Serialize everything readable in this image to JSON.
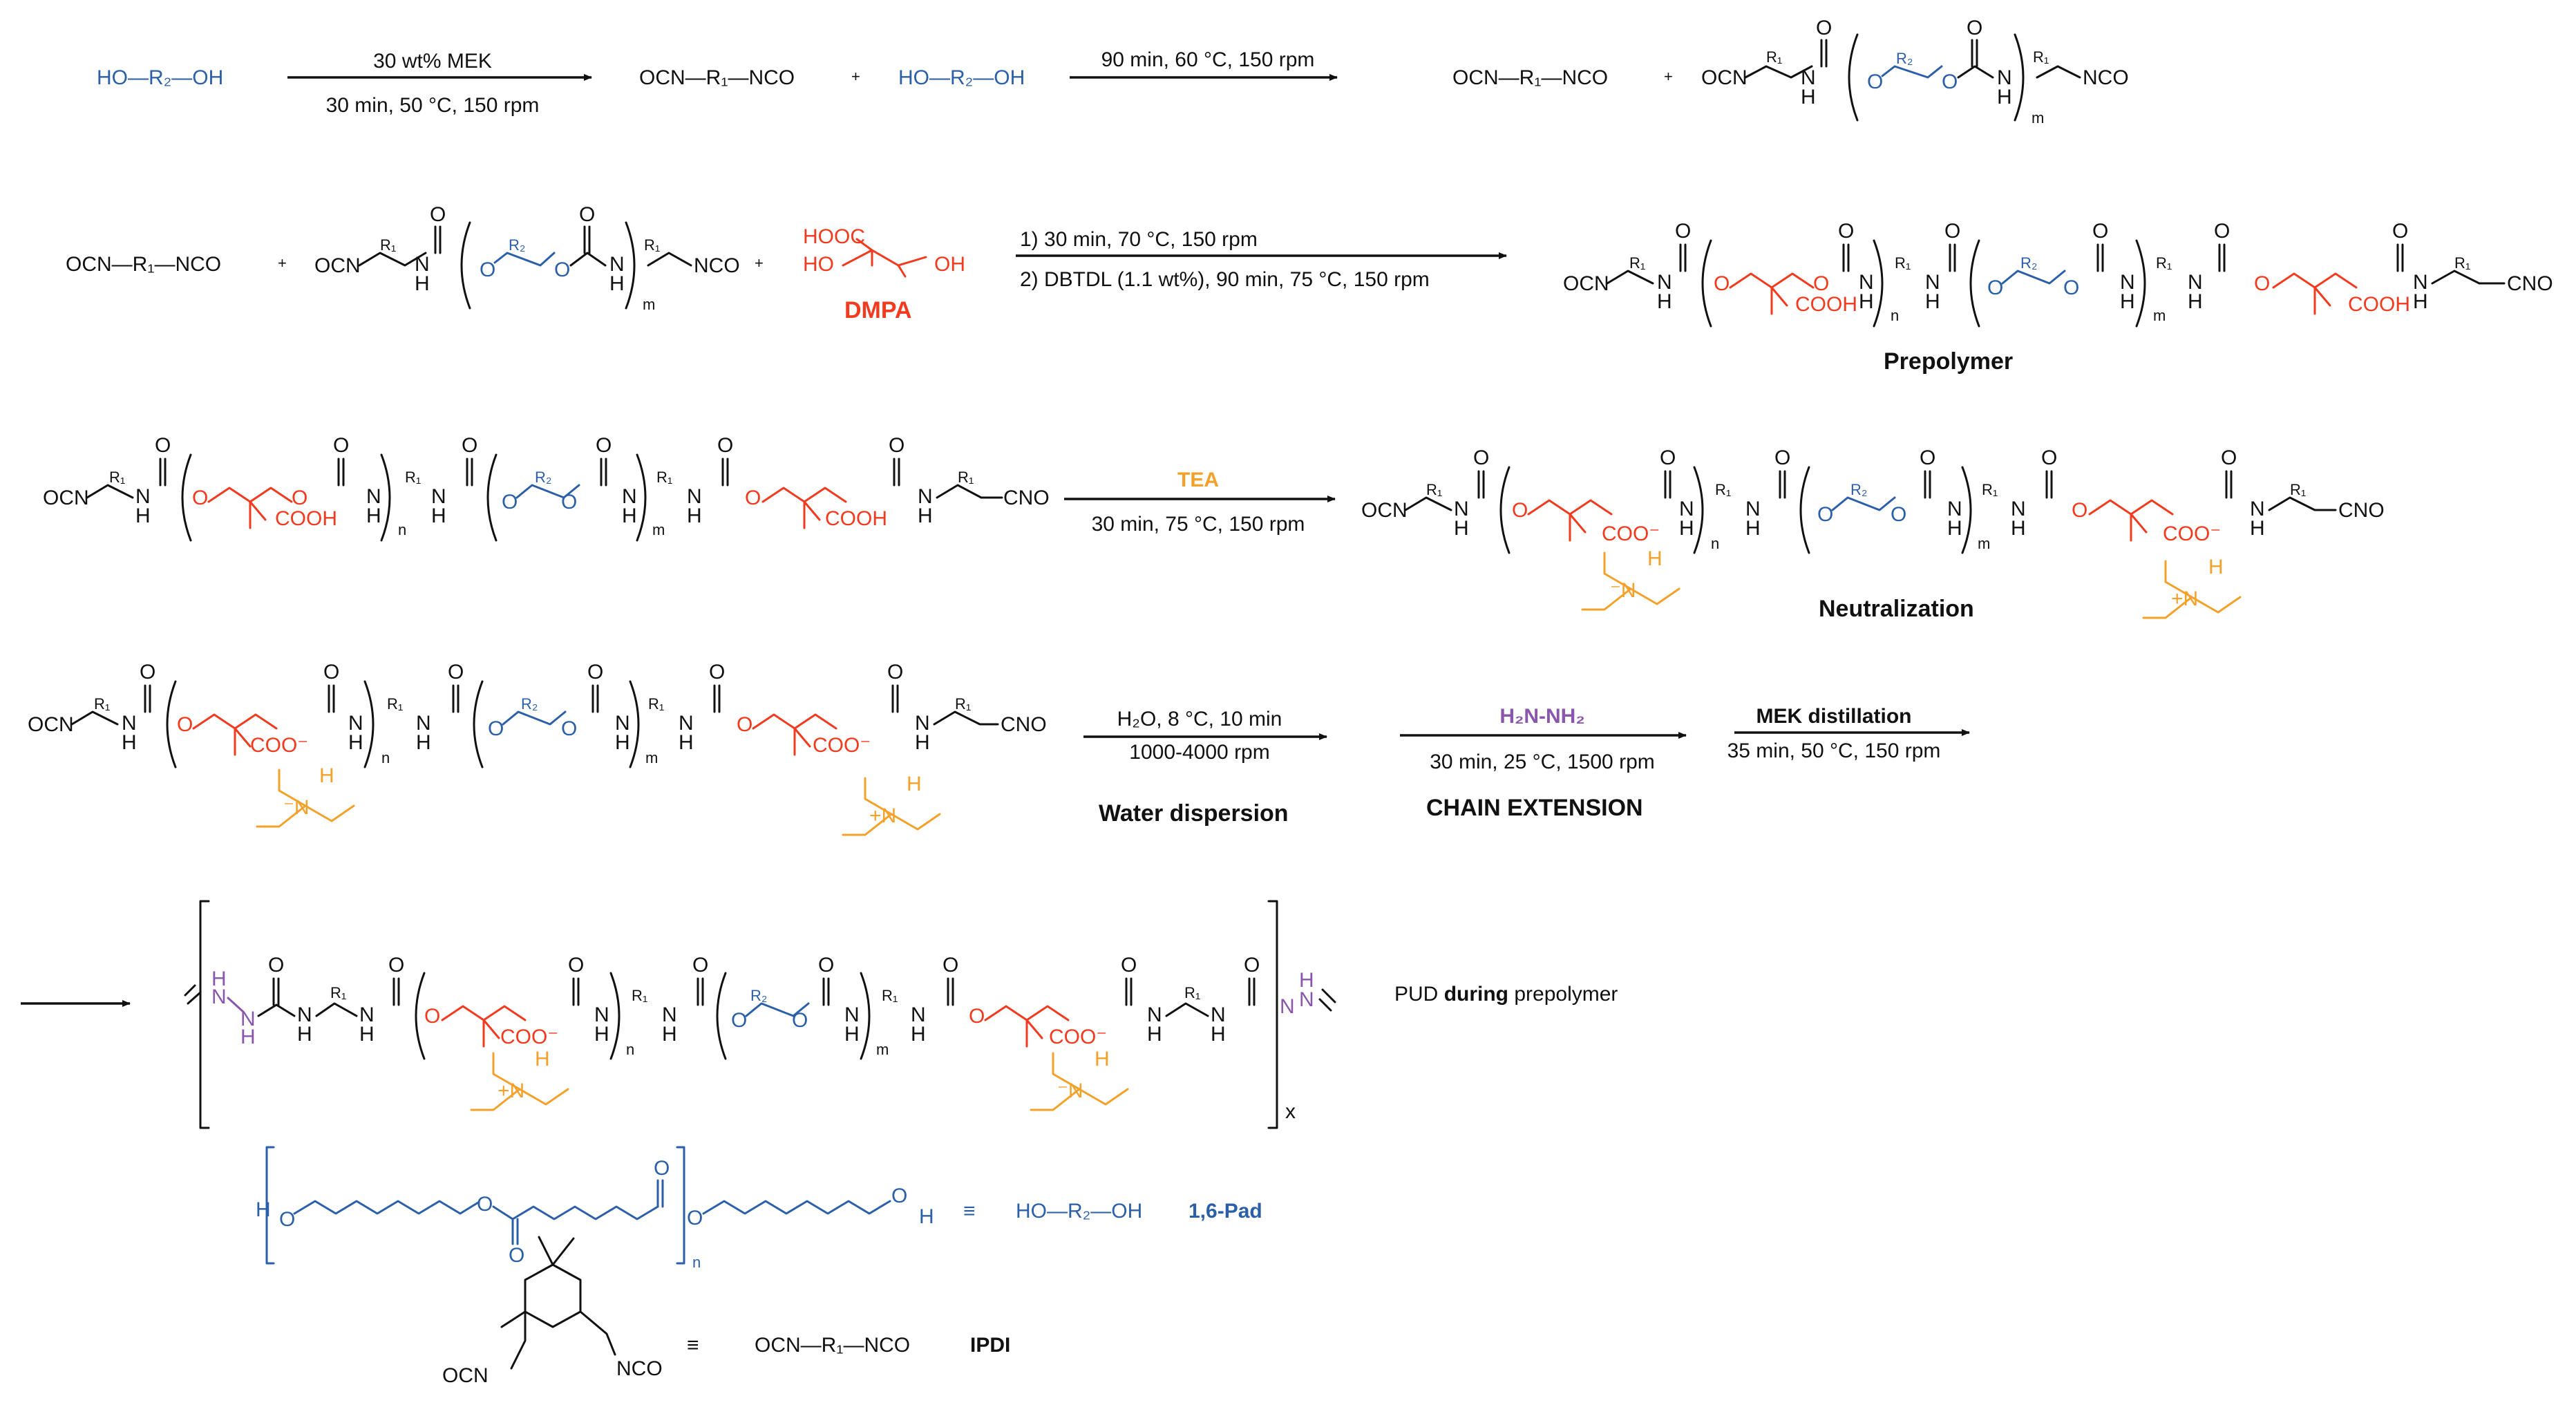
{
  "colors": {
    "black": "#111111",
    "red": "#f23a1e",
    "blue": "#2b5fa8",
    "orange": "#f4a12a",
    "purple": "#8a56ad"
  },
  "text": {
    "diol": "HO—R₂—OH",
    "diisocyanate": "OCN—R₁—NCO",
    "plus": "+",
    "ocn": "OCN",
    "nco": "NCO",
    "cno": "CNO",
    "R1": "R₁",
    "R2": "R₂",
    "O": "O",
    "H": "H",
    "N": "N",
    "cooh": "COOH",
    "coo": "COO⁻",
    "m": "m",
    "n": "n",
    "x": "x",
    "hooc": "HOOC",
    "ho": "HO",
    "oh": "OH",
    "nplus": "+N",
    "nminus": "⁻N",
    "hn": "H",
    "h2nnh2": "H₂N-NH₂",
    "equiv": "≡"
  },
  "arrows": {
    "a1_top": "30 wt% MEK",
    "a1_bottom": "30 min, 50 °C, 150 rpm",
    "a2_top": "90 min, 60 °C, 150 rpm",
    "a3_top1": "1) 30 min, 70 °C, 150 rpm",
    "a3_top2": "2) DBTDL (1.1 wt%), 90 min, 75 °C, 150 rpm",
    "a4_top": "TEA",
    "a4_bottom": "30 min, 75 °C, 150 rpm",
    "a5_top": "H₂O, 8 °C, 10 min",
    "a5_bottom": "1000-4000 rpm",
    "a6_bottom": "30 min, 25 °C, 1500 rpm",
    "a7_top": "MEK distillation",
    "a7_bottom": "35 min, 50 °C, 150 rpm"
  },
  "labels": {
    "dmpa": "DMPA",
    "prepolymer": "Prepolymer",
    "neutralization": "Neutralization",
    "water_dispersion": "Water dispersion",
    "chain_extension": "CHAIN EXTENSION",
    "pud_pre": "PUD ",
    "pud_bold": "during",
    "pud_post": " prepolymer",
    "pad": "1,6-Pad",
    "ipdi": "IPDI"
  }
}
